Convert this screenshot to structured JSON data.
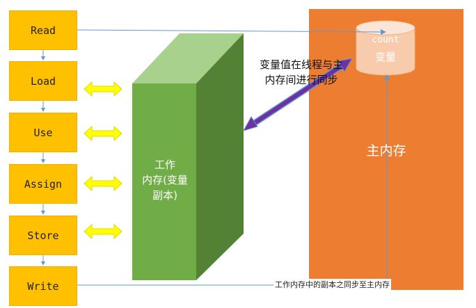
{
  "operations": [
    {
      "id": "read",
      "label": "Read"
    },
    {
      "id": "load",
      "label": "Load"
    },
    {
      "id": "use",
      "label": "Use"
    },
    {
      "id": "assign",
      "label": "Assign"
    },
    {
      "id": "store",
      "label": "Store"
    },
    {
      "id": "write",
      "label": "Write"
    }
  ],
  "working_memory": {
    "line1": "工作",
    "line2": "内存(变量",
    "line3": "副本)"
  },
  "main_memory": {
    "label": "主内存"
  },
  "variable": {
    "name": "count",
    "label": "变量"
  },
  "sync_note": {
    "line1": "变量值在线程与主",
    "line2": "内存间进行同步"
  },
  "bottom_note": "工作内存中的副本之同步至主内存",
  "colors": {
    "op_box": "#ffc000",
    "working_memory_front": "#70ad47",
    "working_memory_top": "#a9d18e",
    "working_memory_side": "#548235",
    "main_memory": "#ed7d31",
    "variable_cylinder": "#f8cbad",
    "double_arrow_yellow": "#ffff00",
    "sync_arrow": "#7030a0",
    "connector": "#5b9bd5"
  }
}
